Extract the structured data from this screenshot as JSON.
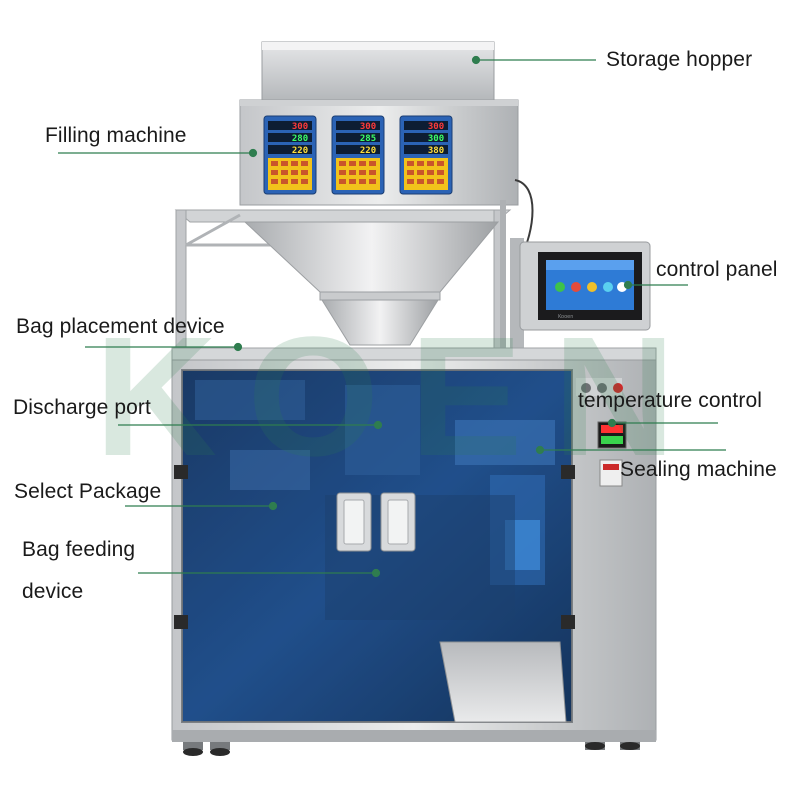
{
  "watermark": "KOEN",
  "colors": {
    "leader": "#2f7d4f",
    "steel_light": "#d9dadc",
    "steel_mid": "#b9bbbe",
    "steel_dark": "#8e9194",
    "glass": "#1f4f86",
    "glass_dark": "#13325a",
    "display_bg": "#2a63b8",
    "keypad": "#f2c21b"
  },
  "labels": {
    "storage_hopper": "Storage hopper",
    "filling_machine": "Filling machine",
    "control_panel": "control panel",
    "bag_placement_device": "Bag placement device",
    "discharge_port": "Discharge port",
    "temperature_control": "temperature control",
    "sealing_machine": "Sealing machine",
    "select_package": "Select Package",
    "bag_feeding_line1": "Bag feeding",
    "bag_feeding_line2": "device"
  },
  "weigher_displays": [
    {
      "row1": "300",
      "row2": "280",
      "row3": "220"
    },
    {
      "row1": "300",
      "row2": "285",
      "row3": "220"
    },
    {
      "row1": "300",
      "row2": "300",
      "row3": "380"
    }
  ],
  "control_screen_brand": "Kooen"
}
